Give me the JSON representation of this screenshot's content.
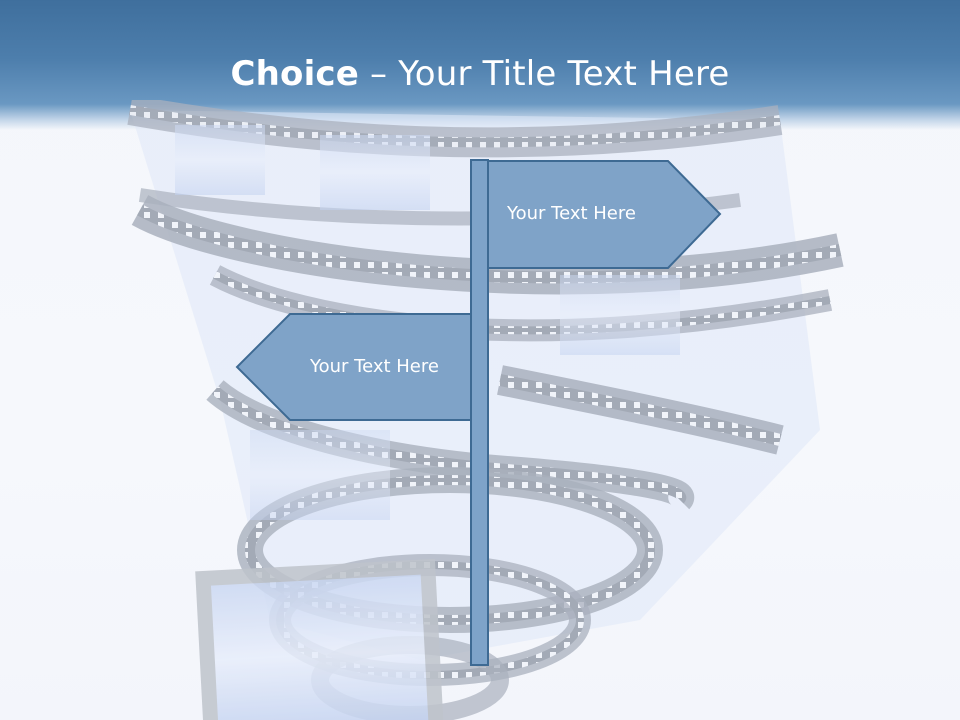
{
  "slide": {
    "title_bold": "Choice",
    "title_rest": " – Your Title Text Here"
  },
  "signs": {
    "right_label": "Your Text Here",
    "left_label": "Your Text Here"
  },
  "colors": {
    "header": "#4d7eac",
    "sign_fill": "#7fa3c8",
    "sign_stroke": "#3e6a93",
    "film": "#a9b0bd"
  },
  "background": {
    "image": "film-strip-spiral"
  }
}
